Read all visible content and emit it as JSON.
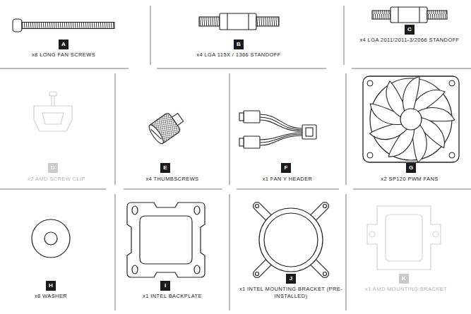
{
  "diagram": {
    "nodes": [
      {
        "text": [
          "A"
        ]
      },
      {
        "text": [
          "B"
        ]
      },
      {
        "text": [
          "C"
        ]
      },
      {
        "text": [
          "D"
        ]
      },
      {
        "text": [
          "E"
        ]
      },
      {
        "text": [
          "F"
        ]
      },
      {
        "text": [
          "G"
        ]
      },
      {
        "text": [
          "H"
        ]
      },
      {
        "text": [
          "I"
        ]
      },
      {
        "text": [
          "J"
        ]
      },
      {
        "text": [
          "K"
        ]
      }
    ],
    "labels": [
      "x8 LONG FAN SCREWS",
      "x4 LGA 115X / 1366 STANDOFF",
      "x4 LGA 2011/2011-3/2066 STANDOFF",
      "x2 AMD SCREW CLIP",
      "x4 THUMBSCREWS",
      "x1 FAN Y HEADER",
      "x2 SP120 PWM FANS",
      "x8 WASHER",
      "x1 INTEL BACKPLATE",
      "x1 INTEL MOUNTING BRACKET (PRE-INSTALLED)",
      "x1 AMD MOUNTING BRACKET"
    ]
  }
}
